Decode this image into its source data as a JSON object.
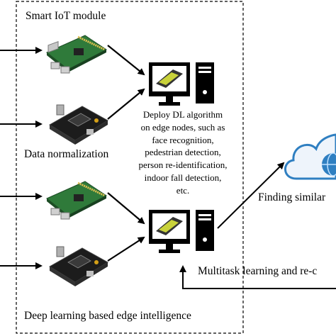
{
  "module": {
    "title": "Smart IoT module",
    "normalization_label": "Data normalization",
    "bottom_label": "Deep learning based edge intelligence"
  },
  "edge": {
    "description_lines": [
      "Deploy DL algorithm",
      "on edge nodes, such as",
      "face recognition,",
      "pedestrian detection,",
      "person re-identification,",
      "indoor fall detection,",
      "etc."
    ]
  },
  "cloud": {
    "finding_label": "Finding similar",
    "multitask_label": "Multitask learning and re-c"
  },
  "colors": {
    "board_green": "#2f7a3a",
    "board_dark": "#1c1c1c",
    "gpu_yellow": "#c9d23a",
    "cloud_blue": "#2f7fc1",
    "arrow": "#000000"
  },
  "icons": {
    "raspberry_board": "raspberry-pi-board-icon",
    "dev_board": "embedded-dev-board-icon",
    "edge_computer": "desktop-computer-gpu-icon",
    "cloud": "cloud-globe-icon"
  }
}
